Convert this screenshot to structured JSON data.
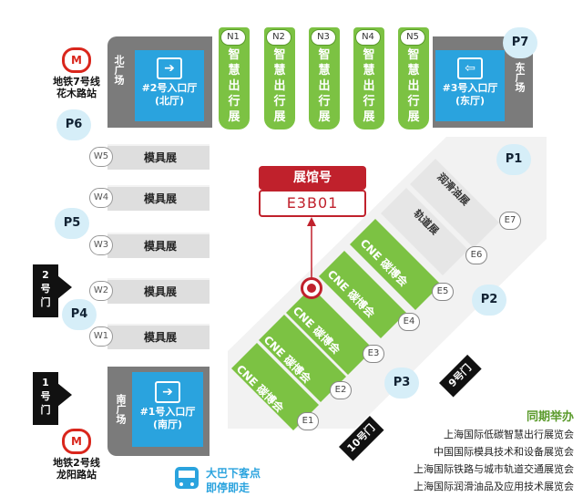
{
  "north_zone": {
    "plaza": "北广场",
    "entrance": "#2号入口厅\n(北厅)"
  },
  "east_zone": {
    "plaza": "东广场",
    "entrance": "#3号入口厅\n(东厅)"
  },
  "south_zone": {
    "plaza": "南广场",
    "entrance": "#1号入口厅\n(南厅)"
  },
  "n_halls": [
    {
      "code": "N1",
      "name": "智慧出行展"
    },
    {
      "code": "N2",
      "name": "智慧出行展"
    },
    {
      "code": "N3",
      "name": "智慧出行展"
    },
    {
      "code": "N4",
      "name": "智慧出行展"
    },
    {
      "code": "N5",
      "name": "智慧出行展"
    }
  ],
  "w_halls": [
    {
      "code": "W5",
      "name": "模具展"
    },
    {
      "code": "W4",
      "name": "模具展"
    },
    {
      "code": "W3",
      "name": "模具展"
    },
    {
      "code": "W2",
      "name": "模具展"
    },
    {
      "code": "W1",
      "name": "模具展"
    }
  ],
  "e_halls": [
    {
      "code": "E1",
      "name": "CNE 碳博会"
    },
    {
      "code": "E2",
      "name": "CNE 碳博会"
    },
    {
      "code": "E3",
      "name": "CNE 碳博会"
    },
    {
      "code": "E4",
      "name": "CNE 碳博会"
    },
    {
      "code": "E5",
      "name": "CNE 碳博会"
    },
    {
      "code": "E6",
      "name": "轨道展"
    },
    {
      "code": "E7",
      "name": "润滑油展"
    }
  ],
  "parking": [
    "P1",
    "P2",
    "P3",
    "P4",
    "P5",
    "P6",
    "P7"
  ],
  "gates": {
    "g2": "2\n号\n门",
    "g1": "1\n号\n门",
    "g9": "9号门",
    "g10": "10号门"
  },
  "metro": {
    "top": {
      "logo": "M",
      "label": "地铁7号线\n花木路站"
    },
    "bottom": {
      "logo": "M",
      "label": "地铁2号线\n龙阳路站"
    }
  },
  "booth": {
    "title": "展馆号",
    "number": "E3B01"
  },
  "bus": {
    "line1": "大巴下客点",
    "line2": "即停即走"
  },
  "concurrent": {
    "title": "同期举办",
    "items": [
      "上海国际低碳智慧出行展览会",
      "中国国际模具技术和设备展览会",
      "上海国际铁路与城市轨道交通展览会",
      "上海国际润滑油品及应用技术展览会"
    ]
  },
  "colors": {
    "green": "#7cc243",
    "blue": "#2aa3de",
    "red": "#c0212c",
    "gray": "#dedede",
    "dark": "#7b7b7b"
  }
}
